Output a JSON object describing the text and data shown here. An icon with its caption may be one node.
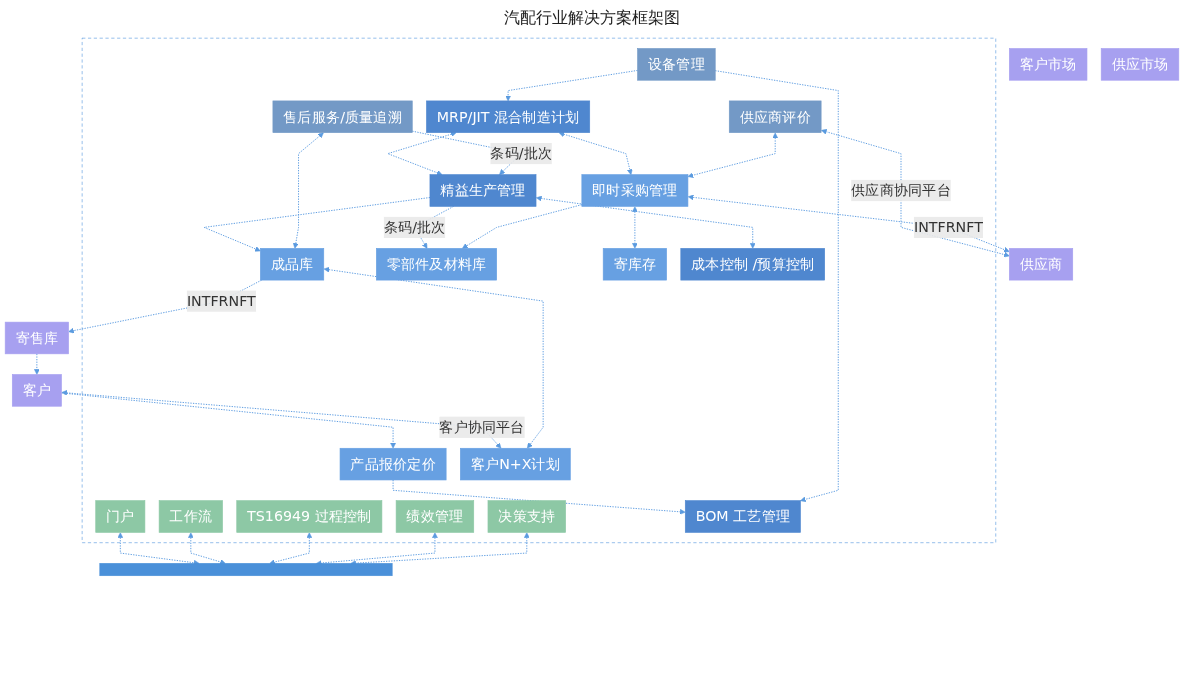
{
  "diagram": {
    "title": "汽配行业解决方案框架图",
    "nodes": [
      {
        "text": [],
        "shape": "box"
      },
      {
        "text": [
          "门户"
        ],
        "in": 0
      },
      {
        "text": [
          "工作流"
        ],
        "in": 0
      },
      {
        "text": [
          "TS16949 过程控制"
        ],
        "in": 0
      },
      {
        "text": [
          "绩效管理"
        ],
        "in": 0
      },
      {
        "text": [
          "决策支持"
        ],
        "in": 0
      },
      {
        "text": [],
        "shape": "bar"
      },
      {
        "text": [
          "客户"
        ]
      },
      {
        "text": [
          "产品报价定价"
        ],
        "in": 0
      },
      {
        "text": [
          "BOM 工艺管理"
        ],
        "in": 0
      },
      {
        "text": [
          "设备管理"
        ],
        "in": 0
      },
      {
        "text": [
          "客户N+X计划"
        ],
        "in": 0
      },
      {
        "text": [
          "MRP/JIT 混合制造计划"
        ],
        "in": 0
      },
      {
        "text": [
          "供应商评价"
        ],
        "in": 0
      },
      {
        "text": [
          "供应商"
        ]
      },
      {
        "text": [
          "寄售库"
        ]
      },
      {
        "text": [
          "成品库"
        ],
        "in": 0
      },
      {
        "text": [
          "精益生产管理"
        ],
        "in": 0
      },
      {
        "text": [
          "即时采购管理"
        ],
        "in": 0
      },
      {
        "text": [
          "零部件及材料库"
        ],
        "in": 0
      },
      {
        "text": [
          "寄库存"
        ],
        "in": 0
      },
      {
        "text": [
          "客户市场"
        ]
      },
      {
        "text": [
          "售后服务/质量追溯"
        ],
        "in": 0
      },
      {
        "text": [
          "成本控制 /预算控制"
        ],
        "in": 0
      },
      {
        "text": [
          "供应市场"
        ]
      }
    ],
    "edges": [
      {
        "from": 1,
        "to": 6,
        "arrow": "both",
        "style": "dashed"
      },
      {
        "from": 2,
        "to": 6,
        "arrow": "both",
        "style": "dashed"
      },
      {
        "from": 3,
        "to": 6,
        "arrow": "both",
        "style": "dashed"
      },
      {
        "from": 4,
        "to": 6,
        "arrow": "both",
        "style": "dashed"
      },
      {
        "from": 5,
        "to": 6,
        "arrow": "both",
        "style": "dashed"
      },
      {
        "from": 7,
        "to": 8,
        "arrow": "to",
        "style": "dashed"
      },
      {
        "from": 8,
        "to": 9,
        "arrow": "to",
        "style": "dashed"
      },
      {
        "from": 10,
        "to": 9,
        "arrow": "to",
        "style": "dashed"
      },
      {
        "from": 10,
        "to": 12,
        "arrow": "to",
        "style": "dashed"
      },
      {
        "from": 7,
        "to": 11,
        "arrow": "both",
        "style": "dashed",
        "label": "客户协同平台"
      },
      {
        "from": 15,
        "to": 7,
        "arrow": "to",
        "style": "dashed"
      },
      {
        "from": 16,
        "to": 11,
        "arrow": "both",
        "style": "dashed"
      },
      {
        "from": 12,
        "to": 17,
        "arrow": "both",
        "style": "dashed"
      },
      {
        "from": 12,
        "to": 18,
        "arrow": "both",
        "style": "dashed"
      },
      {
        "from": 13,
        "to": 14,
        "arrow": "both",
        "style": "dashed",
        "label": "供应商协同平台"
      },
      {
        "from": 13,
        "to": 18,
        "arrow": "both",
        "style": "dashed"
      },
      {
        "from": 16,
        "to": 15,
        "arrow": "to",
        "style": "dashed",
        "label": "INTFRNFT"
      },
      {
        "from": 17,
        "to": 16,
        "arrow": "to",
        "style": "dashed"
      },
      {
        "from": 18,
        "to": 14,
        "arrow": "both",
        "style": "dashed",
        "label": "INTFRNFT"
      },
      {
        "from": 22,
        "to": 16,
        "arrow": "both",
        "style": "dashed"
      },
      {
        "from": 22,
        "to": 17,
        "arrow": "to",
        "style": "dashed",
        "label": "条码/批次"
      },
      {
        "from": 17,
        "to": 23,
        "arrow": "both",
        "style": "dashed"
      },
      {
        "from": 17,
        "to": 19,
        "arrow": "to",
        "style": "dashed",
        "label": "条码/批次"
      },
      {
        "from": 18,
        "to": 19,
        "arrow": "to",
        "style": "dashed"
      },
      {
        "from": 18,
        "to": 20,
        "arrow": "both",
        "style": "dashed"
      }
    ]
  }
}
